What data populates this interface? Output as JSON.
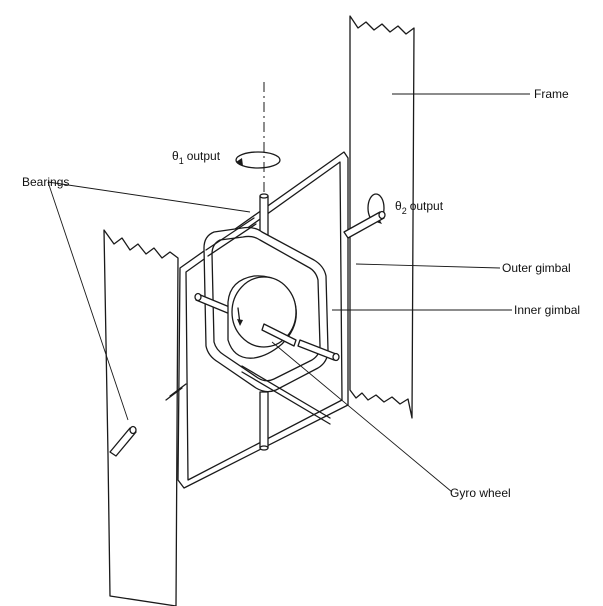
{
  "labels": {
    "frame": "Frame",
    "bearings": "Bearings",
    "theta1_symbol": "θ",
    "theta1_sub": "1",
    "theta1_text": "output",
    "theta2_symbol": "θ",
    "theta2_sub": "2",
    "theta2_text": "output",
    "outer_gimbal": "Outer gimbal",
    "inner_gimbal": "Inner gimbal",
    "gyro_wheel": "Gyro wheel"
  }
}
